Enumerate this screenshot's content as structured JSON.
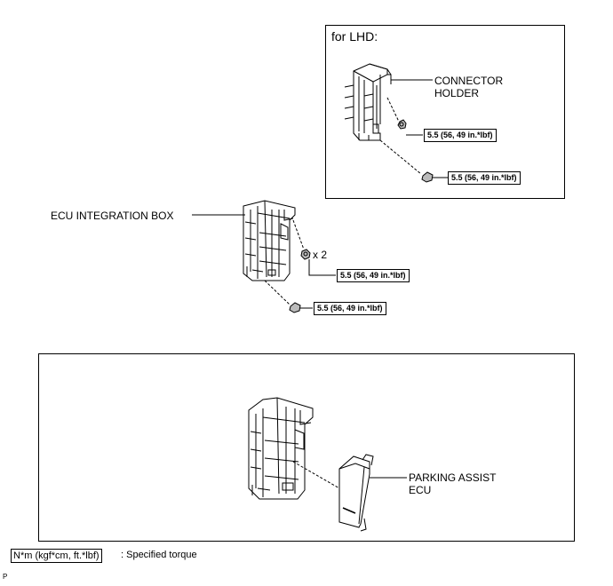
{
  "lhd_panel": {
    "title": "for LHD:",
    "connector_holder_label_line1": "CONNECTOR",
    "connector_holder_label_line2": "HOLDER",
    "torque_nut": "5.5 (56, 49 in.*lbf)",
    "torque_bolt": "5.5 (56, 49 in.*lbf)"
  },
  "integration": {
    "box_label": "ECU INTEGRATION BOX",
    "qty_label": "x 2",
    "torque_nut": "5.5 (56, 49 in.*lbf)",
    "torque_bolt": "5.5 (56, 49 in.*lbf)"
  },
  "bottom_panel": {
    "ecu_label_line1": "PARKING ASSIST",
    "ecu_label_line2": "ECU"
  },
  "legend": {
    "unit_box": "N*m (kgf*cm, ft.*lbf)",
    "description": ": Specified torque"
  },
  "corner_mark": "P"
}
